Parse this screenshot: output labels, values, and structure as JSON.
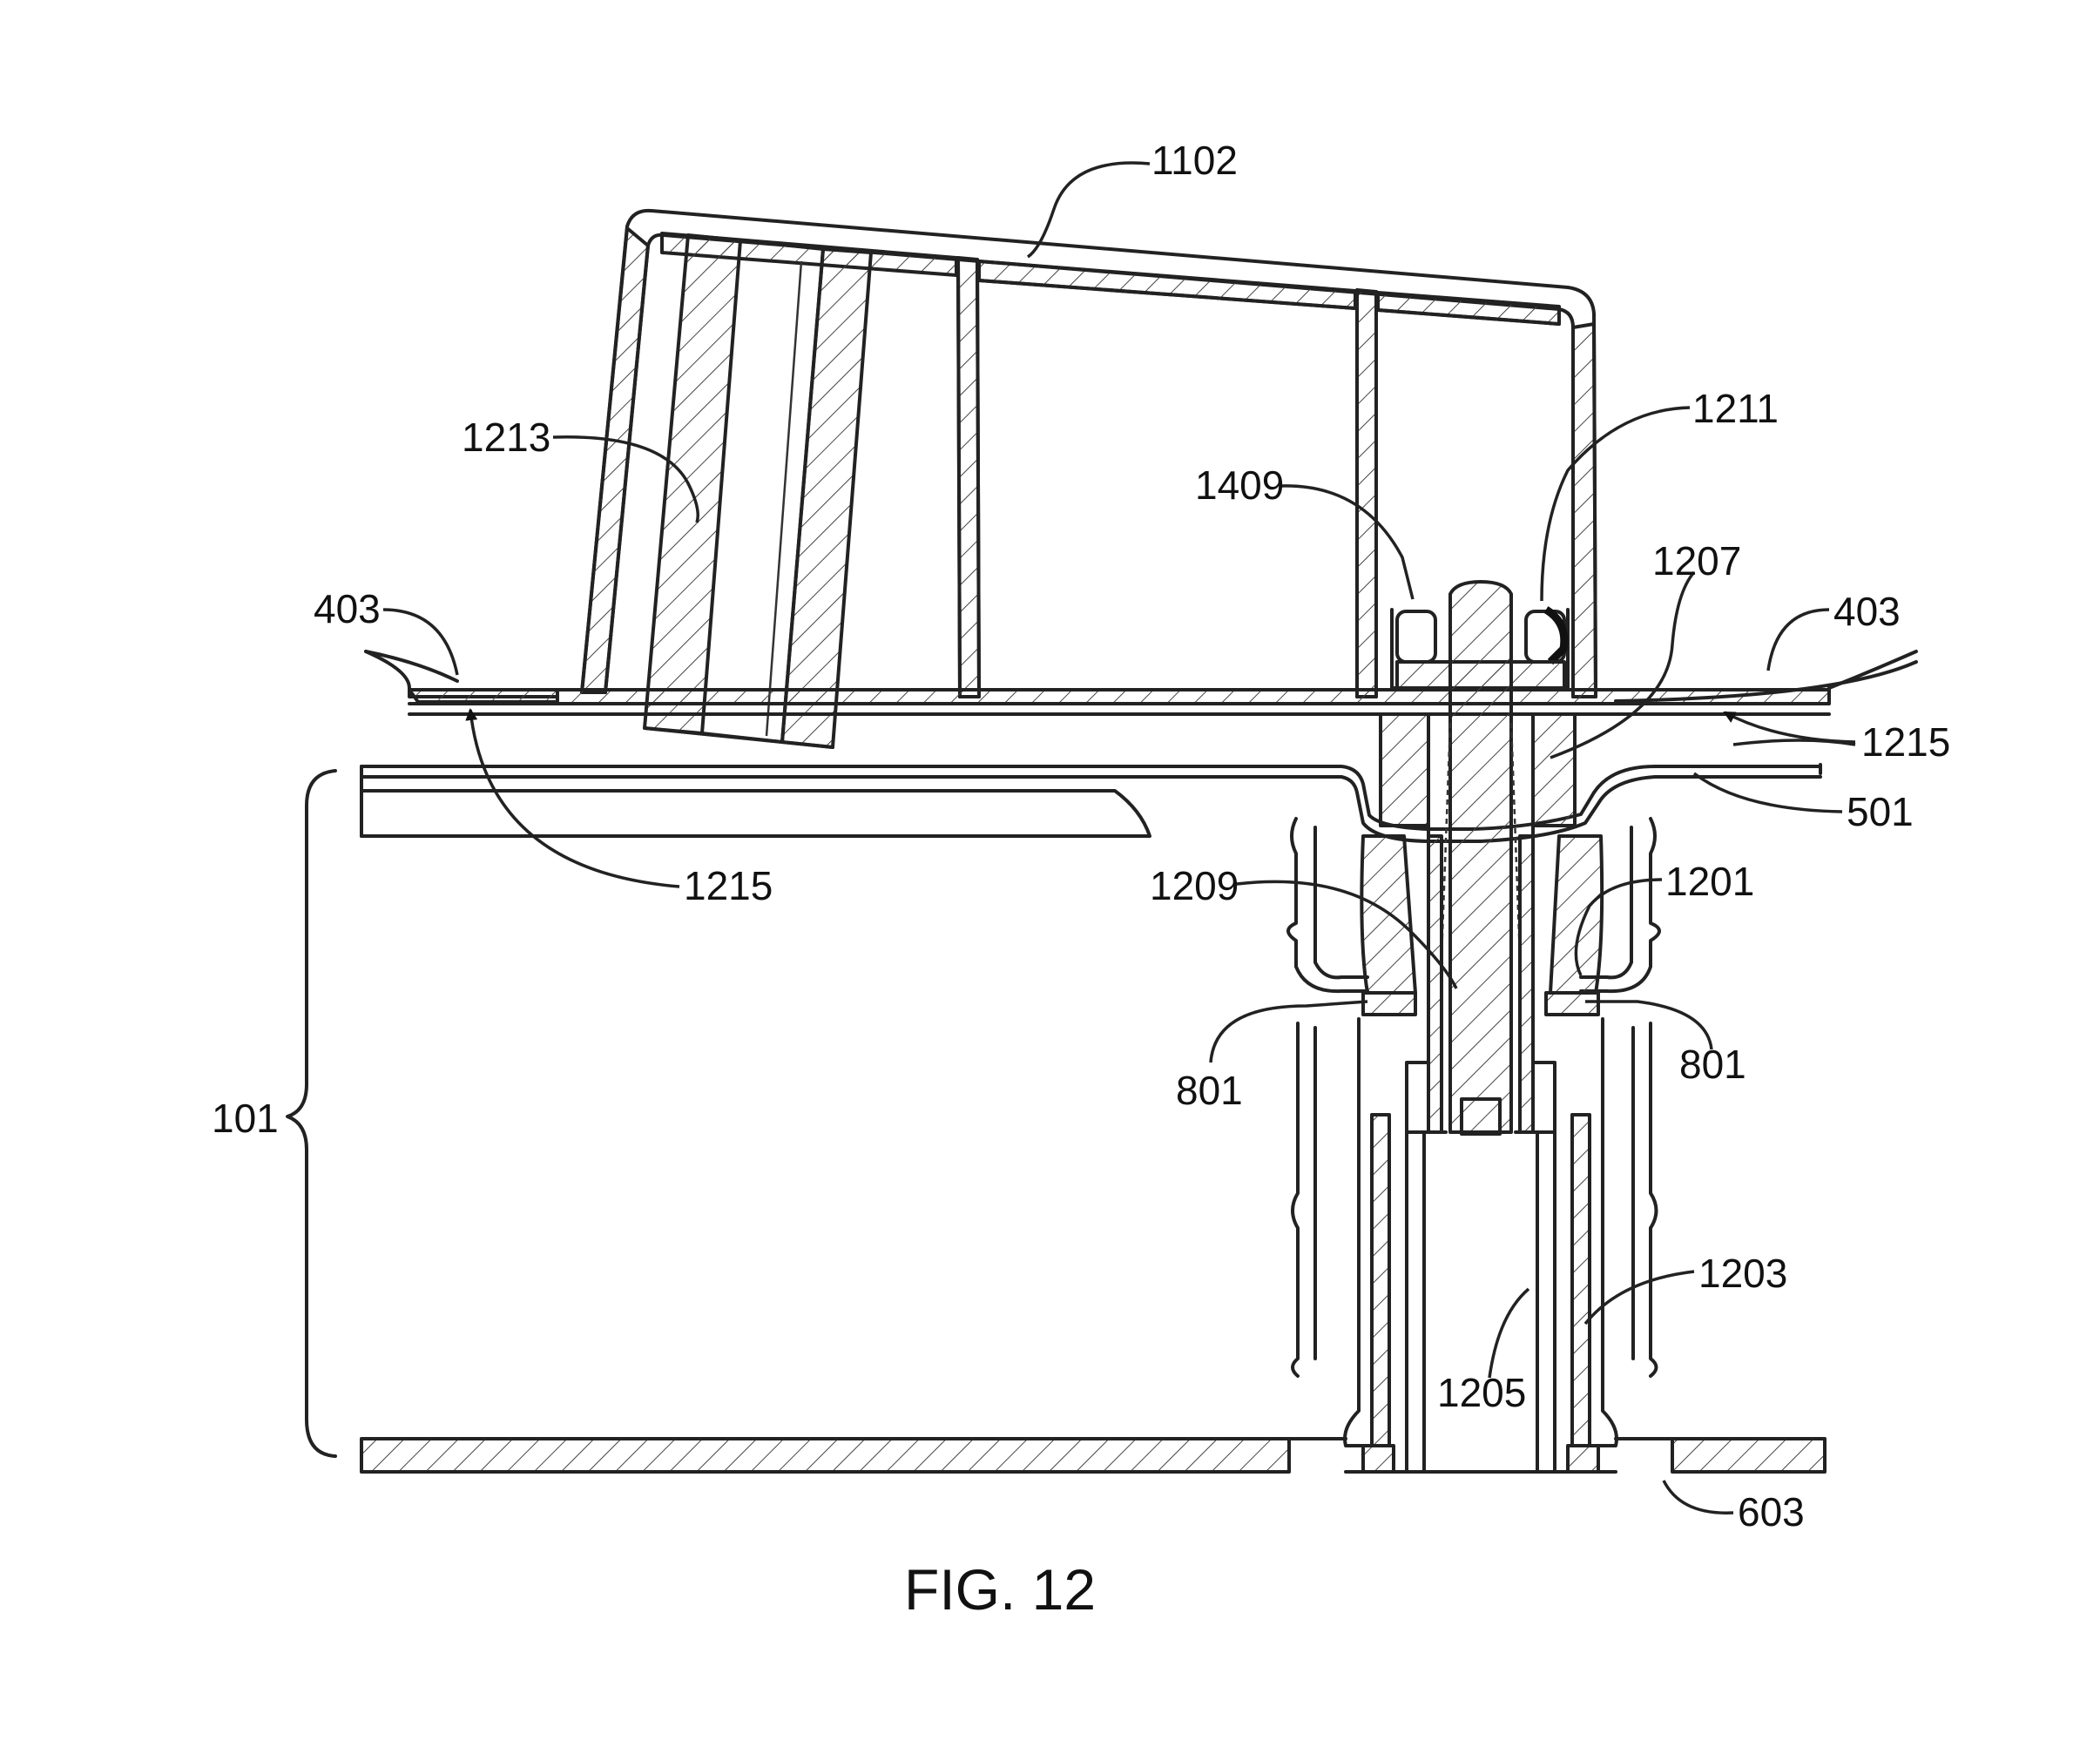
{
  "caption": "FIG. 12",
  "labels": {
    "l1102": "1102",
    "l1213": "1213",
    "l1409": "1409",
    "l1211": "1211",
    "l1207": "1207",
    "l403_left": "403",
    "l403_right": "403",
    "l1215_left": "1215",
    "l1215_right": "1215",
    "l501": "501",
    "l1209": "1209",
    "l1201": "1201",
    "l801_left": "801",
    "l801_right": "801",
    "l101": "101",
    "l1203": "1203",
    "l1205": "1205",
    "l603": "603"
  }
}
